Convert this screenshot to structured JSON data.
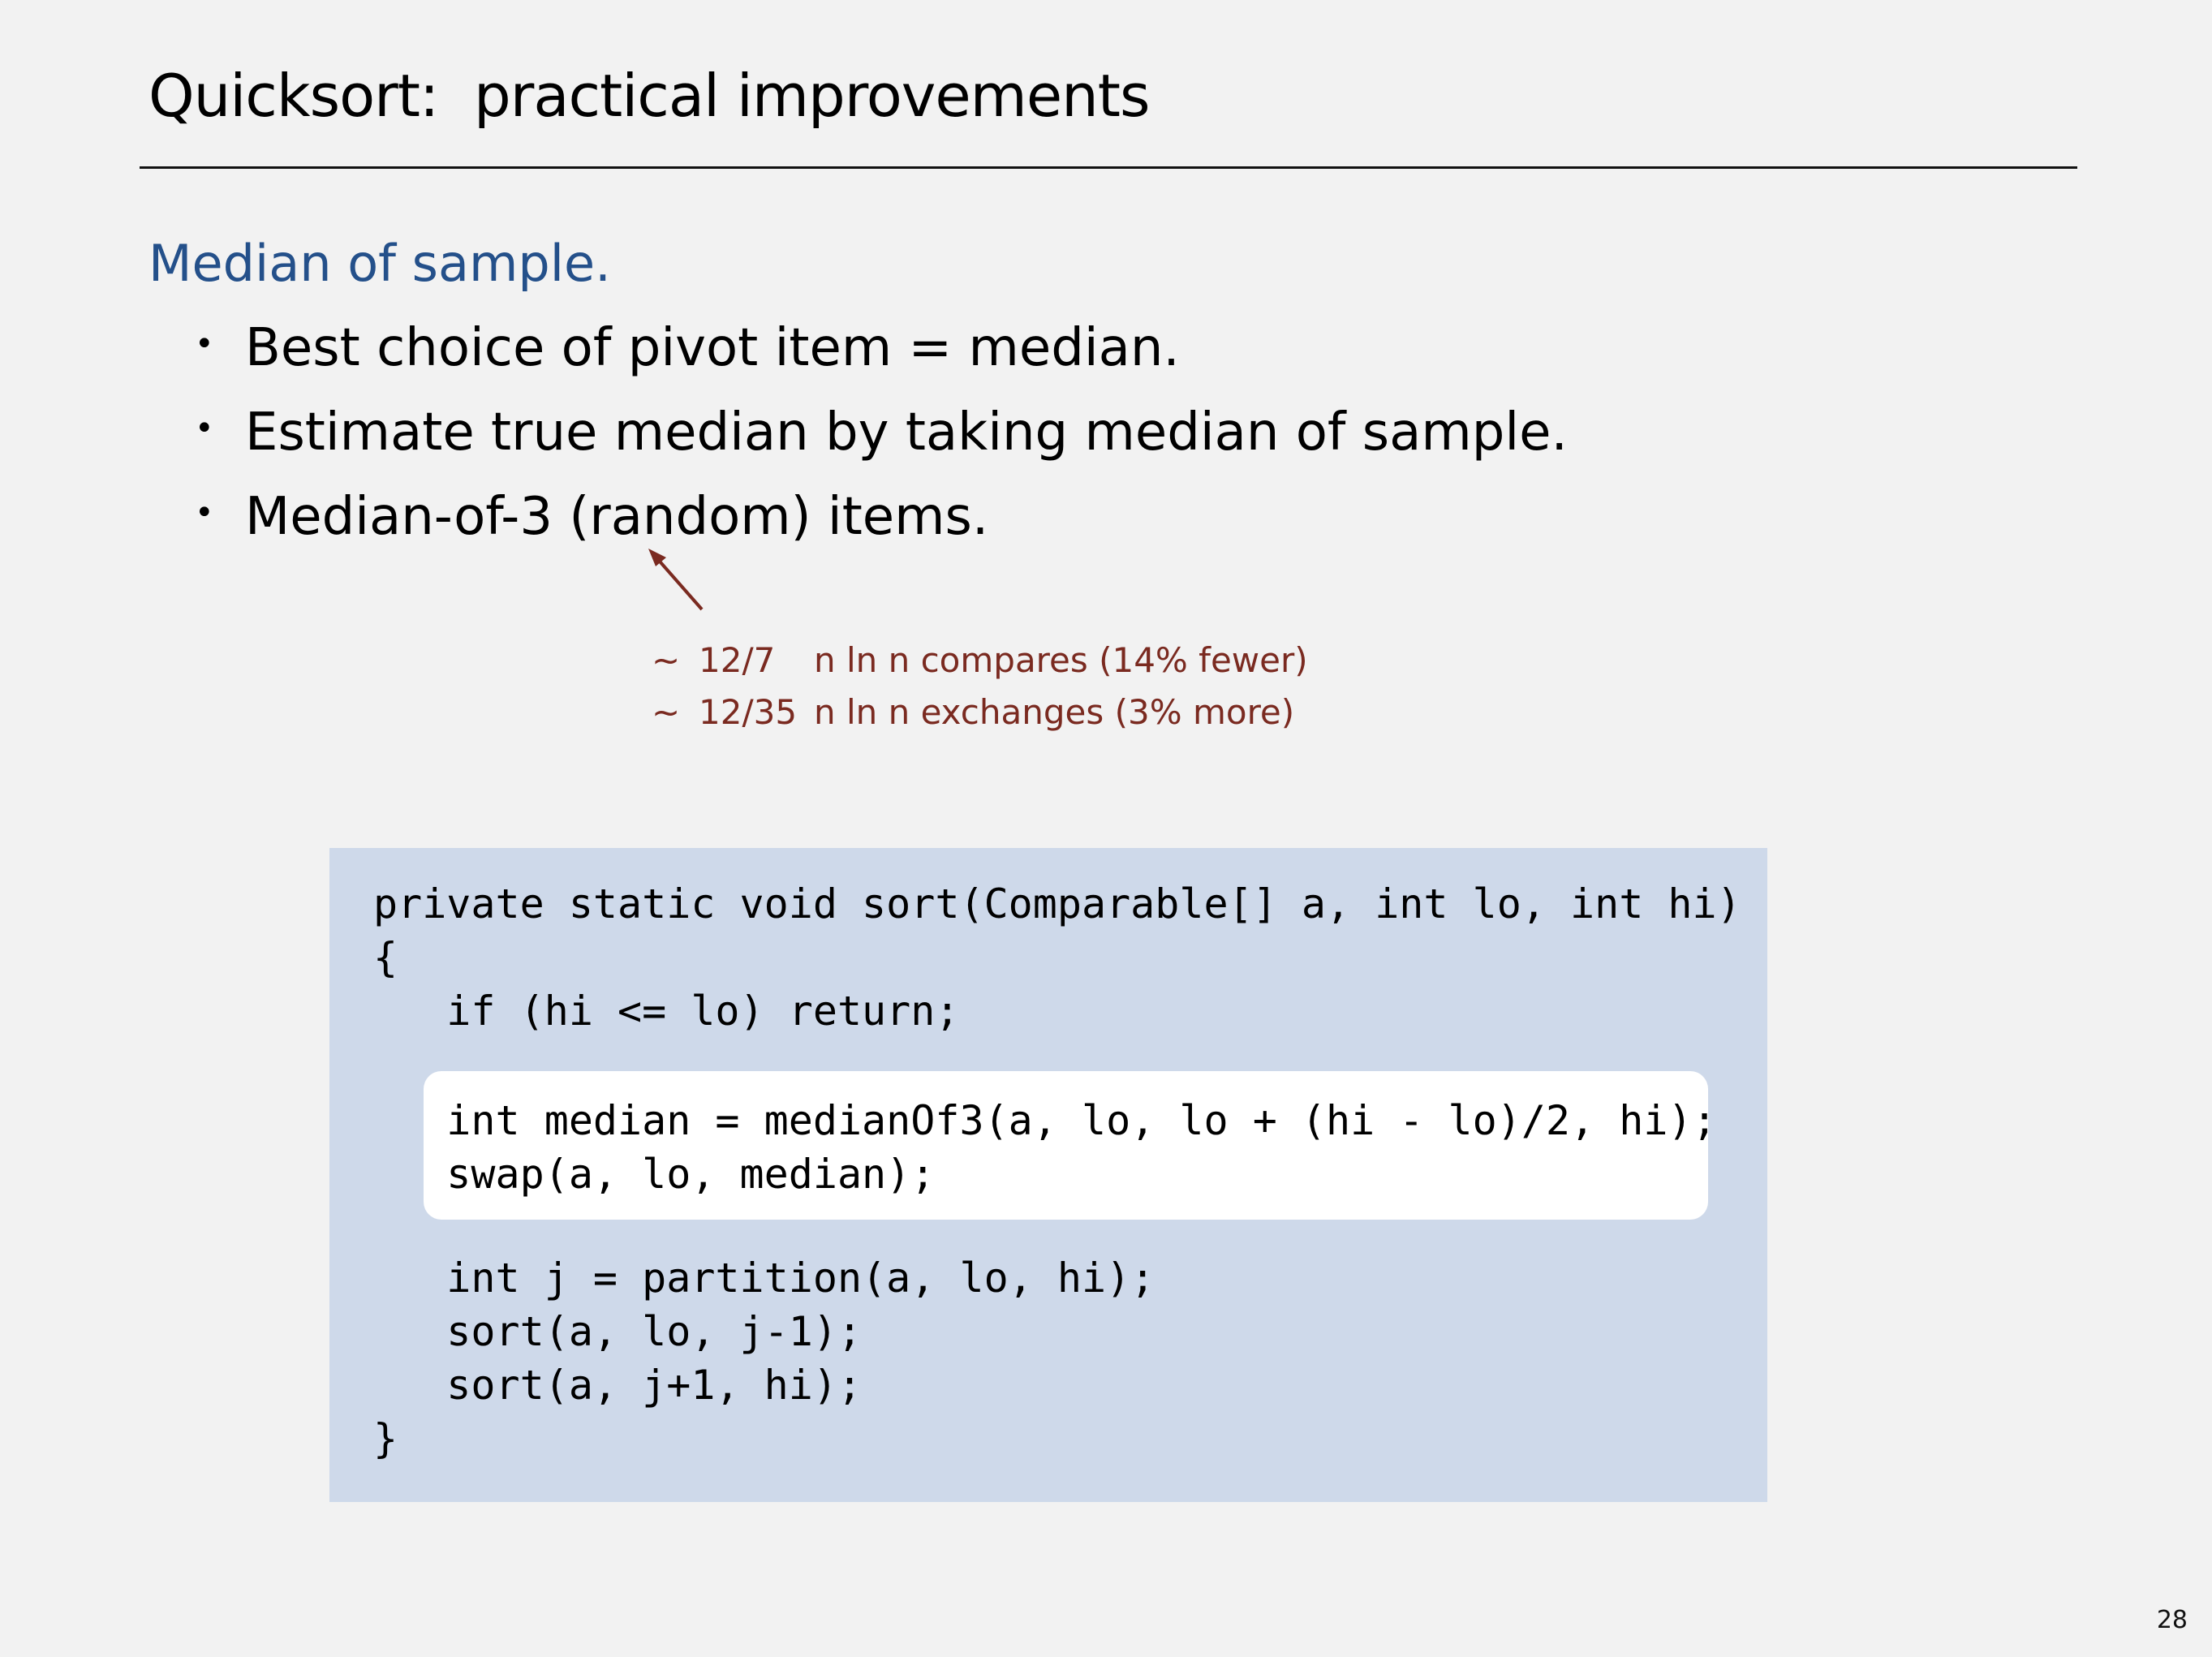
{
  "slide": {
    "title": "Quicksort:  practical improvements",
    "page_number": "28"
  },
  "section": {
    "heading": "Median of sample."
  },
  "bullets": [
    {
      "marker": "•",
      "text": "Best choice of pivot item = median."
    },
    {
      "marker": "•",
      "text": "Estimate true median by taking median of sample."
    },
    {
      "marker": "•",
      "text": "Median-of-3 (random) items."
    }
  ],
  "annotations": [
    {
      "tilde": "~",
      "coefficient": "12/7",
      "text": "n ln n compares (14% fewer)"
    },
    {
      "tilde": "~",
      "coefficient": "12/35",
      "text": "n ln n exchanges (3% more)"
    }
  ],
  "code": {
    "lines": [
      "private static void sort(Comparable[] a, int lo, int hi)",
      "{",
      "   if (hi <= lo) return;",
      "   int median = medianOf3(a, lo, lo + (hi - lo)/2, hi);",
      "   swap(a, lo, median);",
      "   int j = partition(a, lo, hi);",
      "   sort(a, lo, j-1);",
      "   sort(a, j+1, hi);",
      "}"
    ]
  },
  "colors": {
    "background": "#f2f2f2",
    "heading_blue": "#24508a",
    "annotation_red": "#7a2a20",
    "code_panel": "#ced9ea",
    "code_highlight": "#ffffff"
  }
}
